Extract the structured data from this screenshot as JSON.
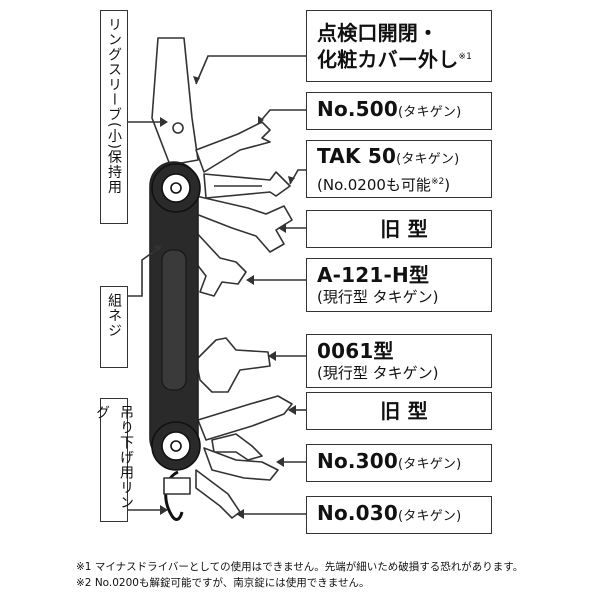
{
  "side_labels": {
    "ring_sleeve": "リングスリーブ(小)保持用",
    "assembly_screw": "組ネジ",
    "hanging_ring": "吊り下げ用リング"
  },
  "labels": [
    {
      "main": "点検口開閉・",
      "second": "化粧カバー外し",
      "note_mark": "※1"
    },
    {
      "main": "No.500",
      "sub": "(タキゲン)"
    },
    {
      "main": "TAK 50",
      "sub": "(タキゲン)",
      "second": "(No.0200も可能",
      "note_mark": "※2",
      "second_end": ")"
    },
    {
      "main": "旧 型"
    },
    {
      "main": "A-121-H型",
      "second": "(現行型 タキゲン)"
    },
    {
      "main": "0061型",
      "second": "(現行型 タキゲン)"
    },
    {
      "main": "旧 型"
    },
    {
      "main": "No.300",
      "sub": "(タキゲン)"
    },
    {
      "main": "No.030",
      "sub": "(タキゲン)"
    }
  ],
  "notes": [
    "※1 マイナスドライバーとしての使用はできません。先端が細いため破損する恐れがあります。",
    "※2 No.0200も解錠可能ですが、南京錠には使用できません。"
  ],
  "colors": {
    "line": "#333333",
    "handle": "#2a2a2a",
    "tool_fill": "#ffffff"
  }
}
